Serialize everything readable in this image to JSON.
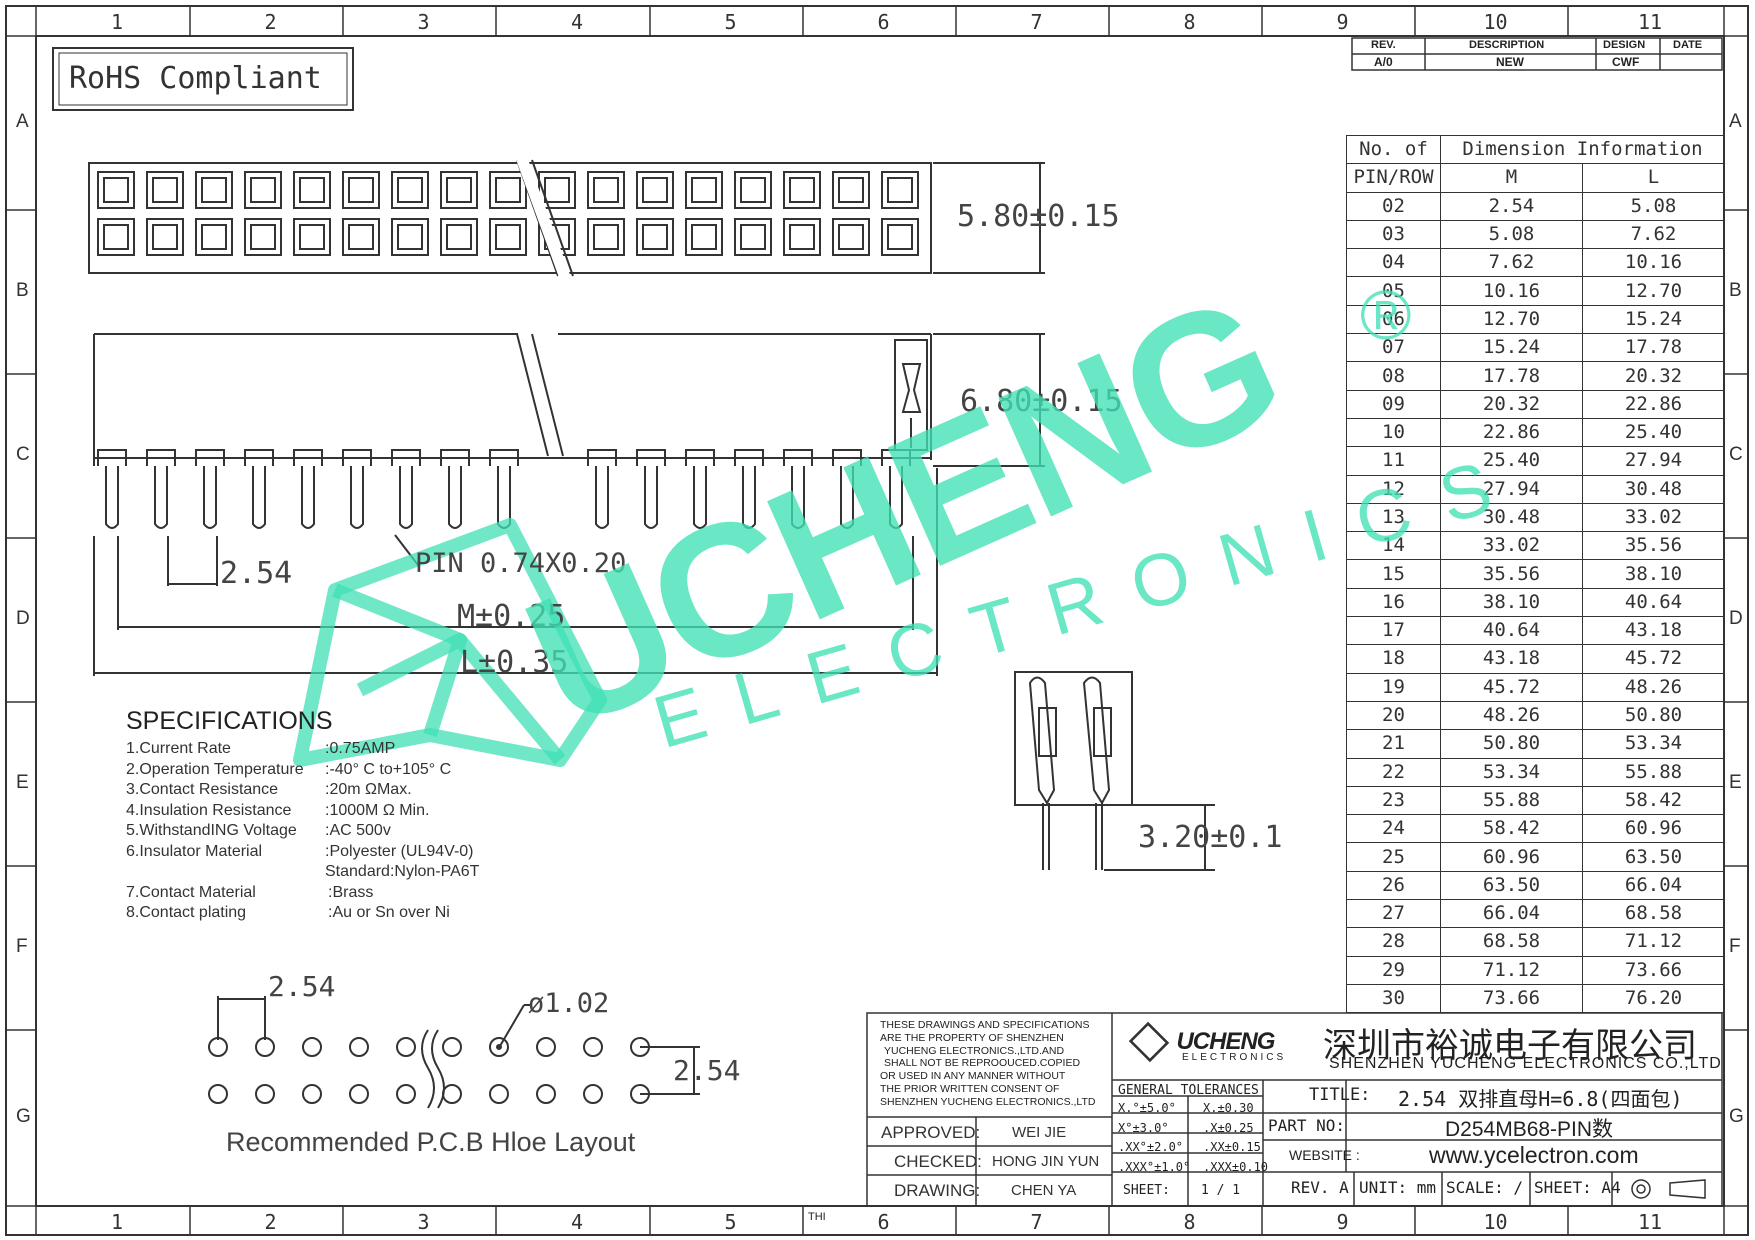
{
  "frame": {
    "col_labels": [
      "1",
      "2",
      "3",
      "4",
      "5",
      "6",
      "7",
      "8",
      "9",
      "10",
      "11"
    ],
    "row_labels": [
      "A",
      "B",
      "C",
      "D",
      "E",
      "F",
      "G"
    ],
    "bottom_marker": "THI"
  },
  "badge": {
    "text": "RoHS Compliant"
  },
  "revision": {
    "headers": [
      "REV.",
      "DESCRIPTION",
      "DESIGN",
      "DATE"
    ],
    "row": [
      "A/0",
      "NEW",
      "CWF",
      ""
    ]
  },
  "drawing": {
    "top_height": "5.80±0.15",
    "side_height": "6.80±0.15",
    "pitch": "2.54",
    "pin": "PIN 0.74X0.20",
    "m_dim": "M±0.25",
    "l_dim": "L±0.35",
    "tail": "3.20±0.1"
  },
  "specifications": {
    "title": "SPECIFICATIONS",
    "items": [
      {
        "label": "1.Current Rate",
        "value": ":0.75AMP"
      },
      {
        "label": "2.Operation Temperature",
        "value": ":-40° C to+105° C"
      },
      {
        "label": "3.Contact Resistance",
        "value": ":20m ΩMax."
      },
      {
        "label": "4.Insulation Resistance",
        "value": ":1000M Ω Min."
      },
      {
        "label": "5.WithstandING Voltage",
        "value": ":AC 500v"
      },
      {
        "label": "6.Insulator Material",
        "value": ":Polyester (UL94V-0)"
      },
      {
        "label": "",
        "value": "Standard:Nylon-PA6T"
      },
      {
        "label": "7.Contact Material",
        "value": ":Brass"
      },
      {
        "label": "8.Contact plating",
        "value": ":Au or Sn over Ni"
      }
    ]
  },
  "pcb": {
    "pitch_h": "2.54",
    "pitch_v": "2.54",
    "hole": "ø1.02",
    "caption": "Recommended P.C.B Hloe Layout"
  },
  "dim_table": {
    "header_left": "No. of",
    "header_left2": "PIN/ROW",
    "header_right": "Dimension Information",
    "col_m": "M",
    "col_l": "L",
    "rows": [
      [
        "02",
        "2.54",
        "5.08"
      ],
      [
        "03",
        "5.08",
        "7.62"
      ],
      [
        "04",
        "7.62",
        "10.16"
      ],
      [
        "05",
        "10.16",
        "12.70"
      ],
      [
        "06",
        "12.70",
        "15.24"
      ],
      [
        "07",
        "15.24",
        "17.78"
      ],
      [
        "08",
        "17.78",
        "20.32"
      ],
      [
        "09",
        "20.32",
        "22.86"
      ],
      [
        "10",
        "22.86",
        "25.40"
      ],
      [
        "11",
        "25.40",
        "27.94"
      ],
      [
        "12",
        "27.94",
        "30.48"
      ],
      [
        "13",
        "30.48",
        "33.02"
      ],
      [
        "14",
        "33.02",
        "35.56"
      ],
      [
        "15",
        "35.56",
        "38.10"
      ],
      [
        "16",
        "38.10",
        "40.64"
      ],
      [
        "17",
        "40.64",
        "43.18"
      ],
      [
        "18",
        "43.18",
        "45.72"
      ],
      [
        "19",
        "45.72",
        "48.26"
      ],
      [
        "20",
        "48.26",
        "50.80"
      ],
      [
        "21",
        "50.80",
        "53.34"
      ],
      [
        "22",
        "53.34",
        "55.88"
      ],
      [
        "23",
        "55.88",
        "58.42"
      ],
      [
        "24",
        "58.42",
        "60.96"
      ],
      [
        "25",
        "60.96",
        "63.50"
      ],
      [
        "26",
        "63.50",
        "66.04"
      ],
      [
        "27",
        "66.04",
        "68.58"
      ],
      [
        "28",
        "68.58",
        "71.12"
      ],
      [
        "29",
        "71.12",
        "73.66"
      ],
      [
        "30",
        "73.66",
        "76.20"
      ]
    ]
  },
  "title_block": {
    "notice": [
      "THESE DRAWINGS AND SPECIFICATIONS",
      "ARE THE PROPERTY OF SHENZHEN",
      "YUCHENG ELECTRONICS.,LTD.AND",
      "SHALL NOT BE REPROOUCED.COPIED",
      "OR USED IN ANY MANNER WITHOUT",
      "THE PRIOR WRITTEN CONSENT OF",
      "SHENZHEN YUCHENG ELECTRONICS.,LTD"
    ],
    "logo_main": "UCHENG",
    "logo_sub": "ELECTRONICS",
    "company_cn": "深圳市裕诚电子有限公司",
    "company_en": "SHENZHEN YUCHENG ELECTRONICS CO.,LTD",
    "approved_label": "APPROVED:",
    "approved": "WEI JIE",
    "checked_label": "CHECKED:",
    "checked": "HONG JIN YUN",
    "drawing_label": "DRAWING:",
    "drawn": "CHEN YA",
    "tol_title": "GENERAL TOLERANCES",
    "tol": [
      [
        "X.°±5.0°",
        "X.±0.30"
      ],
      [
        "X°±3.0°",
        ".X±0.25"
      ],
      [
        ".XX°±2.0°",
        ".XX±0.15"
      ],
      [
        ".XXX°±1.0°",
        ".XXX±0.10"
      ]
    ],
    "sheet_label": "SHEET:",
    "sheet": "1 / 1",
    "title_label": "TITLE:",
    "title": "2.54 双排直母H=6.8(四面包)",
    "part_label": "PART NO:",
    "part": "D254MB68-PIN数",
    "web_label": "WEBSITE :",
    "web": "www.ycelectron.com",
    "rev": "REV. A",
    "unit": "UNIT: mm",
    "scale": "SCALE: /",
    "sheet_size": "SHEET: A4"
  },
  "watermark": {
    "main": "UCHENG",
    "sub": "ELECTRONICS",
    "reg": "®"
  }
}
